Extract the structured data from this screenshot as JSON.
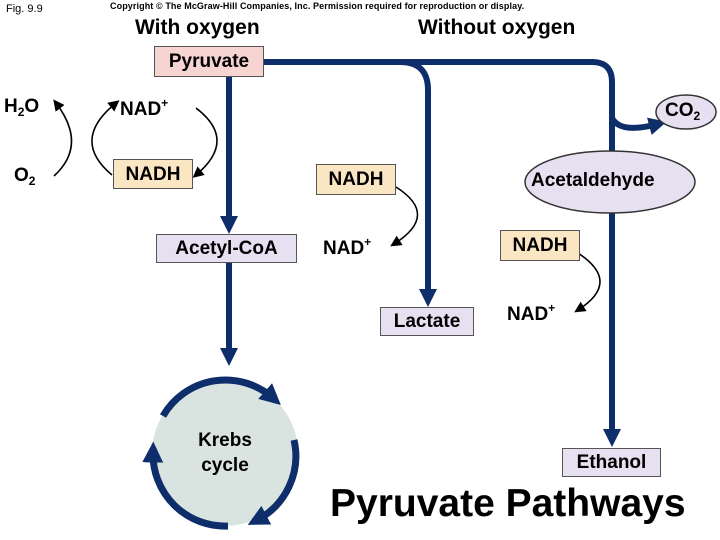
{
  "header": {
    "figure_label": "Fig. 9.9",
    "copyright": "Copyright © The McGraw-Hill Companies, Inc. Permission required for reproduction or display."
  },
  "columns": {
    "with_oxygen": "With oxygen",
    "without_oxygen": "Without oxygen"
  },
  "molecules": {
    "pyruvate": "Pyruvate",
    "acetyl_coa": "Acetyl-CoA",
    "lactate": "Lactate",
    "acetaldehyde": "Acetaldehyde",
    "ethanol": "Ethanol",
    "nadh": "NADH",
    "nad_base": "NAD",
    "nad_charge": "+",
    "h2o_h": "H",
    "h2o_sub": "2",
    "h2o_o": "O",
    "o2_o": "O",
    "o2_sub": "2",
    "co2_co": "CO",
    "co2_sub": "2"
  },
  "krebs": {
    "line1": "Krebs",
    "line2": "cycle"
  },
  "title": "Pyruvate Pathways",
  "colors": {
    "arrow": "#0e2d6b",
    "pyruvate_box": "#f6d4d2",
    "product_box": "#e6e0f0",
    "nadh_box": "#fbe6c3",
    "krebs_fill": "#d9e4e0"
  }
}
